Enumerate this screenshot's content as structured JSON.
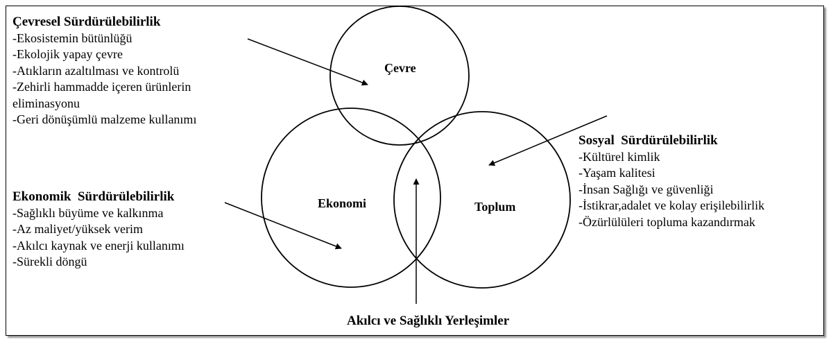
{
  "circles": {
    "cevre": "Çevre",
    "ekonomi": "Ekonomi",
    "toplum": "Toplum"
  },
  "blocks": {
    "cevresel": {
      "heading": "Çevresel Sürdürülebilirlik",
      "items": [
        "-Ekosistemin bütünlüğü",
        "-Ekolojik yapay çevre",
        "-Atıkların azaltılması ve kontrolü",
        "-Zehirli hammadde içeren ürünlerin",
        "eliminasyonu",
        "-Geri dönüşümlü malzeme kullanımı"
      ]
    },
    "sosyal": {
      "heading": "Sosyal  Sürdürülebilirlik",
      "items": [
        "-Kültürel kimlik",
        "-Yaşam kalitesi",
        "-İnsan Sağlığı ve güvenliği",
        "-İstikrar,adalet ve kolay erişilebilirlik",
        "-Özürlülüleri topluma kazandırmak"
      ]
    },
    "ekonomik": {
      "heading": "Ekonomik  Sürdürülebilirlik",
      "items": [
        "-Sağlıklı büyüme ve kalkınma",
        "-Az maliyet/yüksek verim",
        "-Akılcı kaynak ve enerji kullanımı",
        "-Sürekli döngü"
      ]
    }
  },
  "bottom_label": "Akılcı ve Sağlıklı Yerleşimler"
}
